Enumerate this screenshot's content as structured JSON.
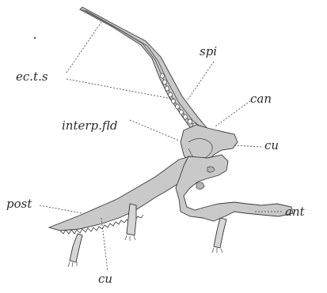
{
  "figure": {
    "background": "#ffffff",
    "tissue_fill": "#c9c9c9",
    "ink_color": "#3a3a3a",
    "labels": {
      "ects": "ec.t.s",
      "spi": "spi",
      "can": "can",
      "interp": "interp.fld",
      "cu_right": "cu",
      "post": "post",
      "ant": "ant",
      "cu_bottom": "cu"
    }
  }
}
